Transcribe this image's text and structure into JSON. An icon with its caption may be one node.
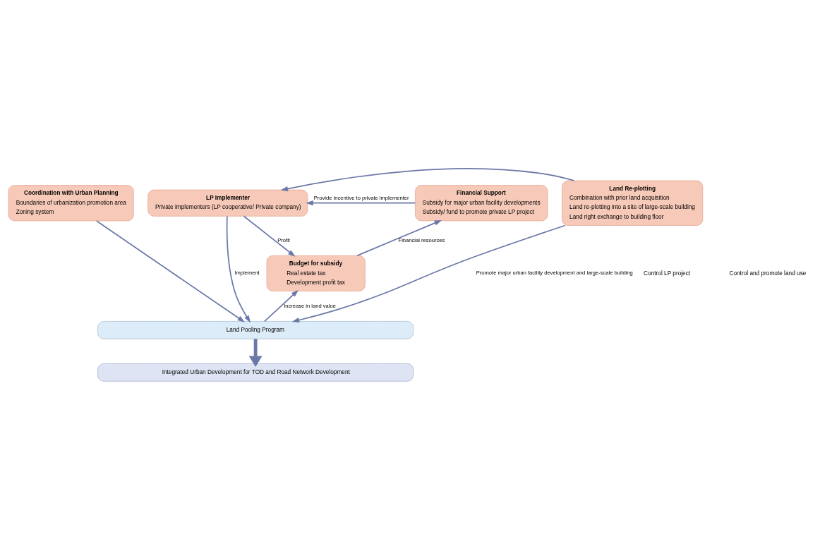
{
  "diagram": {
    "nodes": [
      {
        "text": [
          "Coordination with Urban Planning",
          "Boundaries of urbanization promotion area",
          "Zoning system"
        ]
      },
      {
        "text": [
          "LP Implementer",
          "Private implementers (LP cooperative/ Private company)"
        ]
      },
      {
        "text": [
          "Financial Support",
          "Subsidy for major urban facility developments",
          "Subsidy/ fund to promote private LP project"
        ]
      },
      {
        "text": [
          "Land Re-plotting",
          "Combination with prior land acquisition",
          "Land re-plotting into a site of large-scale building",
          "Land right exchange to building floor"
        ]
      },
      {
        "text": [
          "Budget for subsidy",
          "Real estate tax",
          "Development profit tax"
        ]
      },
      {
        "text": [
          "Land Pooling Program"
        ]
      },
      {
        "text": [
          "Integrated Urban Development for TOD and Road Network Development"
        ]
      }
    ],
    "edges": [
      {
        "from": 2,
        "to": 1,
        "arrow": "to",
        "label": "Provide incentive to private implementer"
      },
      {
        "from": 3,
        "to": 1,
        "arrow": "to"
      },
      {
        "from": 0,
        "to": 5,
        "arrow": "to"
      },
      {
        "from": 1,
        "to": 5,
        "arrow": "to",
        "label": "Implement"
      },
      {
        "from": 1,
        "to": 4,
        "arrow": "to",
        "label": "Profit"
      },
      {
        "from": 4,
        "to": 2,
        "arrow": "to",
        "label": "Financial resources"
      },
      {
        "from": 5,
        "to": 4,
        "arrow": "to",
        "label": "Increase in land value"
      },
      {
        "from": 3,
        "to": 5,
        "arrow": "to",
        "label": "Promote major urban facility development and large-scale building"
      },
      {
        "from": 5,
        "to": 6,
        "arrow": "to",
        "style": "thick"
      }
    ],
    "labels": [
      "Control LP project",
      "Control and promote land use"
    ]
  }
}
